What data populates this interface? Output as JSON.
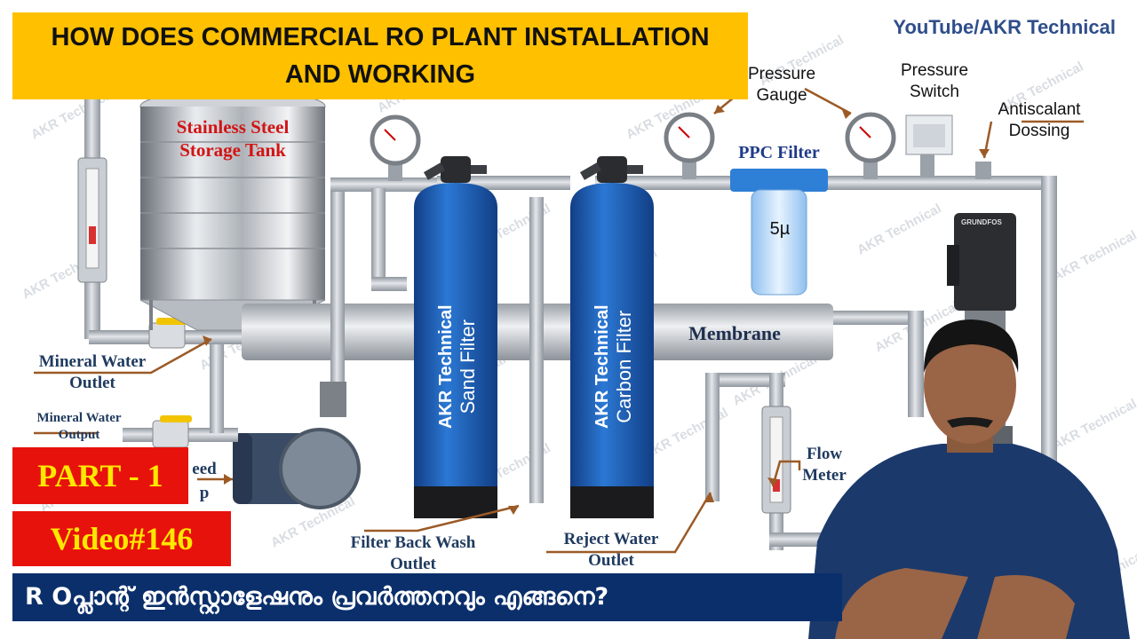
{
  "title": {
    "line1": "HOW DOES COMMERCIAL RO PLANT INSTALLATION",
    "line2": "AND WORKING"
  },
  "channel": "YouTube/AKR Technical",
  "watermark": "AKR Technical",
  "labels": {
    "storage_tank": "Stainless Steel Storage Tank",
    "pressure_gauge": "Pressure Gauge",
    "pressure_switch": "Pressure Switch",
    "antiscalant": "Antiscalant Dossing",
    "ppc_filter": "PPC Filter",
    "ppc_micron": "5µ",
    "membrane": "Membrane",
    "mineral_water_outlet": "Mineral Water Outlet",
    "mineral_water_output": "Mineral Water Output",
    "feed_pump": "eed p",
    "filter_backwash": "Filter Back Wash Outlet",
    "reject_water": "Reject Water Outlet",
    "flow_meter": "Flow Meter",
    "sand_filter_brand": "AKR Technical",
    "sand_filter_name": "Sand Filter",
    "carbon_filter_brand": "AKR Technical",
    "carbon_filter_name": "Carbon Filter",
    "pump_brand": "GRUNDFOS"
  },
  "badges": {
    "part": "PART - 1",
    "video": "Video#146"
  },
  "banner": "R Oപ്ലാന്റ് ഇൻസ്റ്റാളേഷനും പ്രവർത്തനവും എങ്ങനെ?",
  "colors": {
    "title_bg": "#ffc000",
    "badge_bg": "#e8120c",
    "badge_text": "#ffe800",
    "banner_bg": "#0b2f6b",
    "filter_blue": "#1e5fb4",
    "pipe_grey": "#b8bec6"
  }
}
